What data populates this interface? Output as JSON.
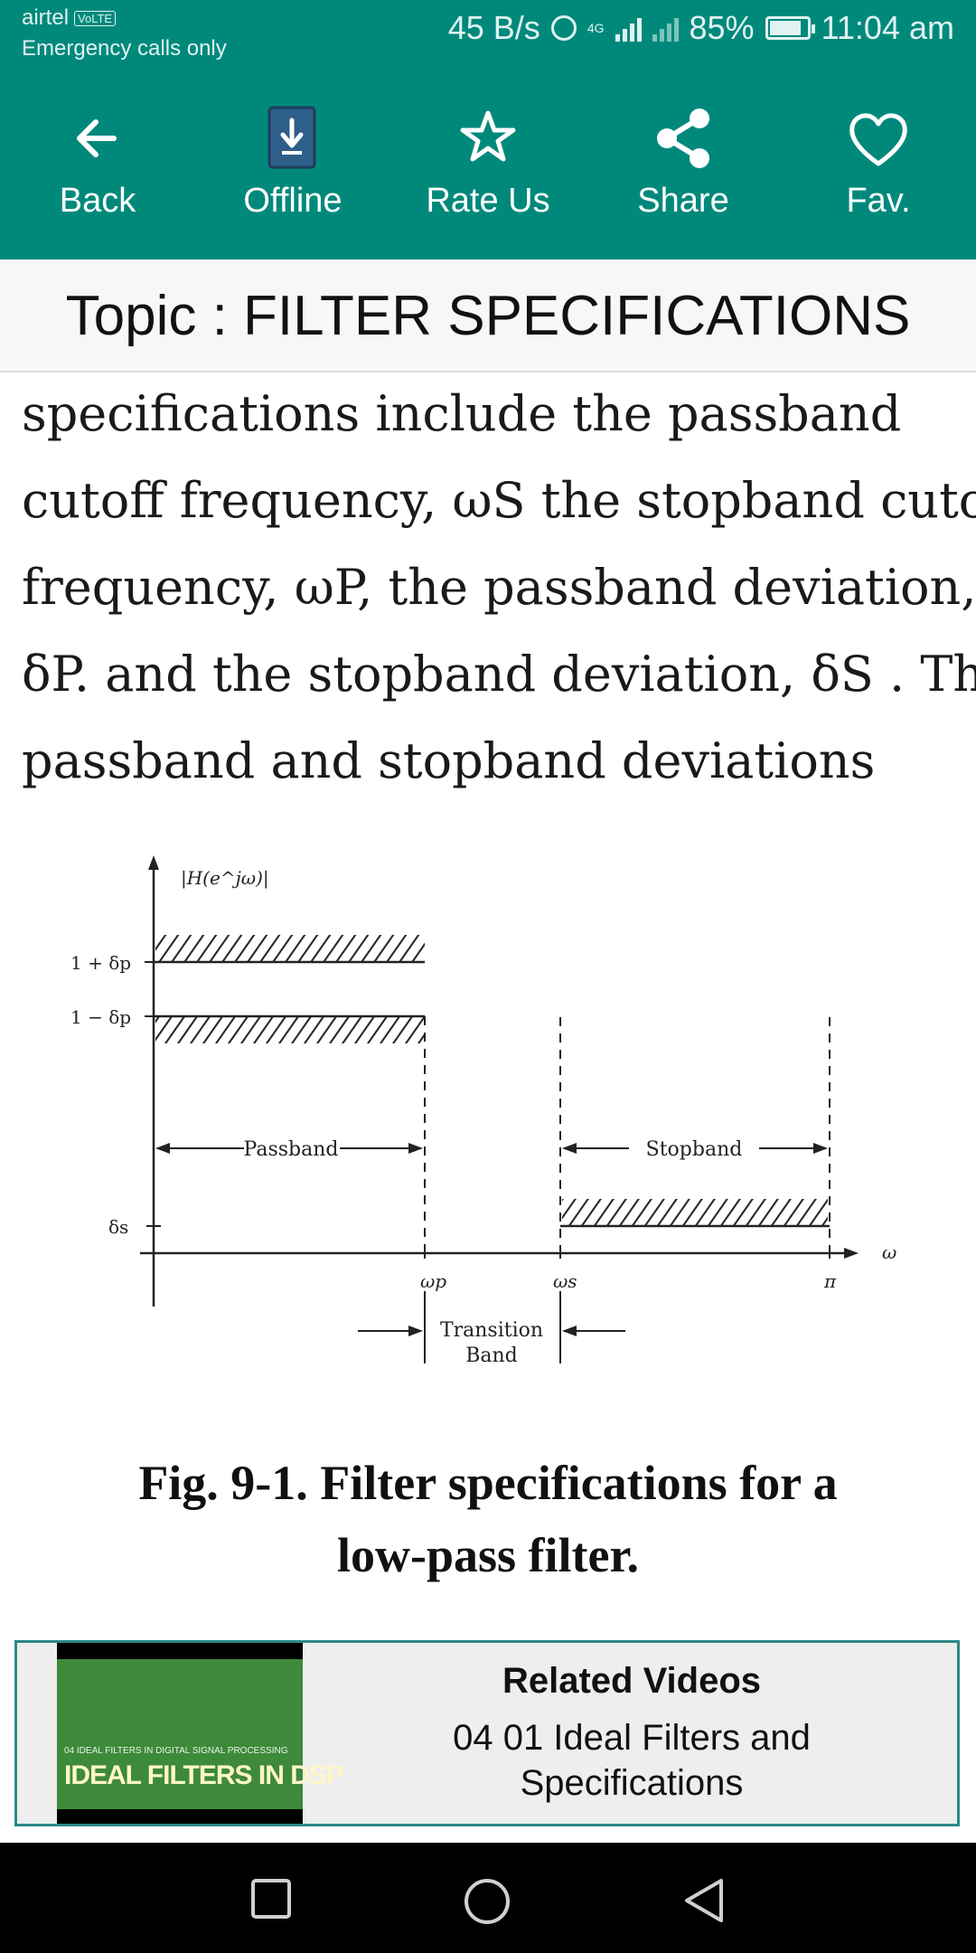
{
  "status_bar": {
    "carrier": "airtel",
    "volte": "VoLTE",
    "emergency": "Emergency calls only",
    "speed": "45 B/s",
    "network": "4G",
    "battery": "85%",
    "time": "11:04 am"
  },
  "toolbar": {
    "items": [
      {
        "label": "Back",
        "icon": "arrow-left-icon"
      },
      {
        "label": "Offline",
        "icon": "download-file-icon"
      },
      {
        "label": "Rate Us",
        "icon": "star-icon"
      },
      {
        "label": "Share",
        "icon": "share-icon"
      },
      {
        "label": "Fav.",
        "icon": "heart-icon"
      }
    ]
  },
  "topic": "Topic : FILTER SPECIFICATIONS",
  "content_lines": [
    "specifications include the passband",
    "cutoff frequency, ωS the stopband cutoff",
    "frequency, ωP, the passband deviation,",
    "δP. and the stopband deviation, δS . The",
    "passband and stopband deviations"
  ],
  "figure": {
    "ylabel": "|H(e^jω)|",
    "y_ticks": [
      "1 + δp",
      "1 − δp",
      "δs"
    ],
    "x_ticks": [
      "ωp",
      "ωs",
      "π"
    ],
    "x_axis_label": "ω",
    "passband_label": "Passband",
    "stopband_label": "Stopband",
    "transition_label_1": "Transition",
    "transition_label_2": "Band"
  },
  "caption": {
    "line1": "Fig. 9-1. Filter specifications for a",
    "line2": "low-pass filter."
  },
  "related": {
    "title": "Related Videos",
    "video_title_1": "04 01 Ideal Filters and",
    "video_title_2": "Specifications",
    "thumb_small": "04 IDEAL FILTERS IN DIGITAL SIGNAL PROCESSING",
    "thumb_big": "IDEAL FILTERS IN DSP"
  },
  "colors": {
    "primary": "#00897b",
    "border": "#2a8a86"
  }
}
